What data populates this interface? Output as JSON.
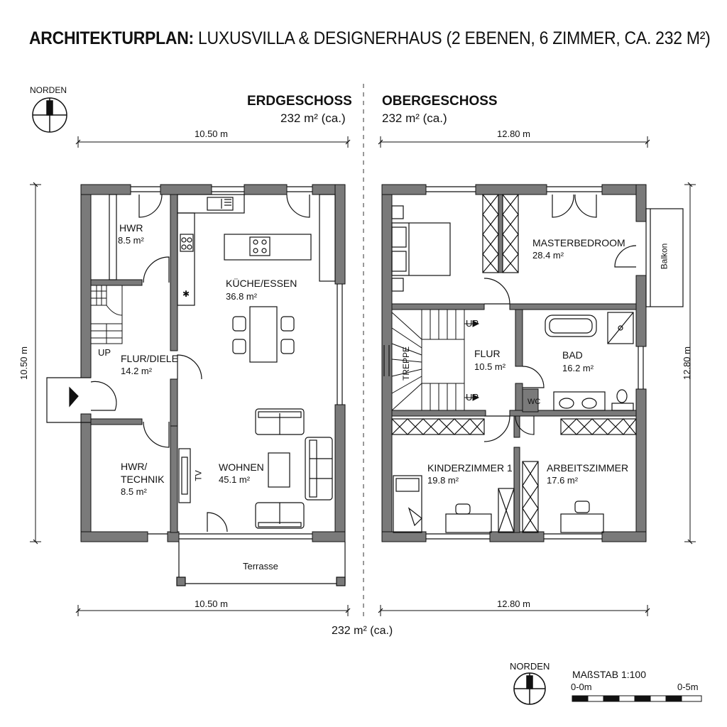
{
  "title": {
    "bold": "ARCHITEKTURPLAN:",
    "rest": " LUXUSVILLA & DESIGNERHAUS (2 EBENEN, 6 ZIMMER, CA. 232 M²)"
  },
  "north_label": "NORDEN",
  "ground_floor": {
    "name": "ERDGESCHOSS",
    "area": "232 m² (ca.)",
    "dim_top": "10.50 m",
    "dim_bottom": "10.50 m",
    "dim_left": "10.50 m",
    "rooms": {
      "hwr": {
        "name": "HWR",
        "area": "8.5 m²"
      },
      "kueche": {
        "name": "KÜCHE/ESSEN",
        "area": "36.8 m²"
      },
      "flur": {
        "name": "FLUR/DIELE",
        "area": "14.2 m²"
      },
      "hwr_technik": {
        "name": "HWR/",
        "name2": "TECHNIK",
        "area": "8.5 m²"
      },
      "wohnen": {
        "name": "WOHNEN",
        "area": "45.1 m²"
      }
    },
    "stair_label": "UP",
    "tv_label": "TV",
    "terrace": "Terrasse"
  },
  "upper_floor": {
    "name": "OBERGESCHOSS",
    "area": "232 m² (ca.)",
    "dim_top": "12.80 m",
    "dim_bottom": "12.80 m",
    "dim_right": "12.80 m",
    "rooms": {
      "master": {
        "name": "MASTERBEDROOM",
        "area": "28.4 m²"
      },
      "flur": {
        "name": "FLUR",
        "area": "10.5 m²"
      },
      "bad": {
        "name": "BAD",
        "area": "16.2 m²"
      },
      "kinder": {
        "name": "KINDERZIMMER 1",
        "area": "19.8 m²"
      },
      "arbeit": {
        "name": "ARBEITSZIMMER",
        "area": "17.6 m²"
      }
    },
    "treppe": "TREPPE",
    "up1": "UP",
    "up2": "UP",
    "wc": "WC",
    "balkon": "Balkon"
  },
  "total_area": "232 m² (ca.)",
  "scale": {
    "label": "MAßSTAB 1:100",
    "start": "0-0m",
    "end": "0-5m"
  },
  "colors": {
    "wall": "#7a7a7a",
    "line": "#111111",
    "background": "#ffffff"
  }
}
